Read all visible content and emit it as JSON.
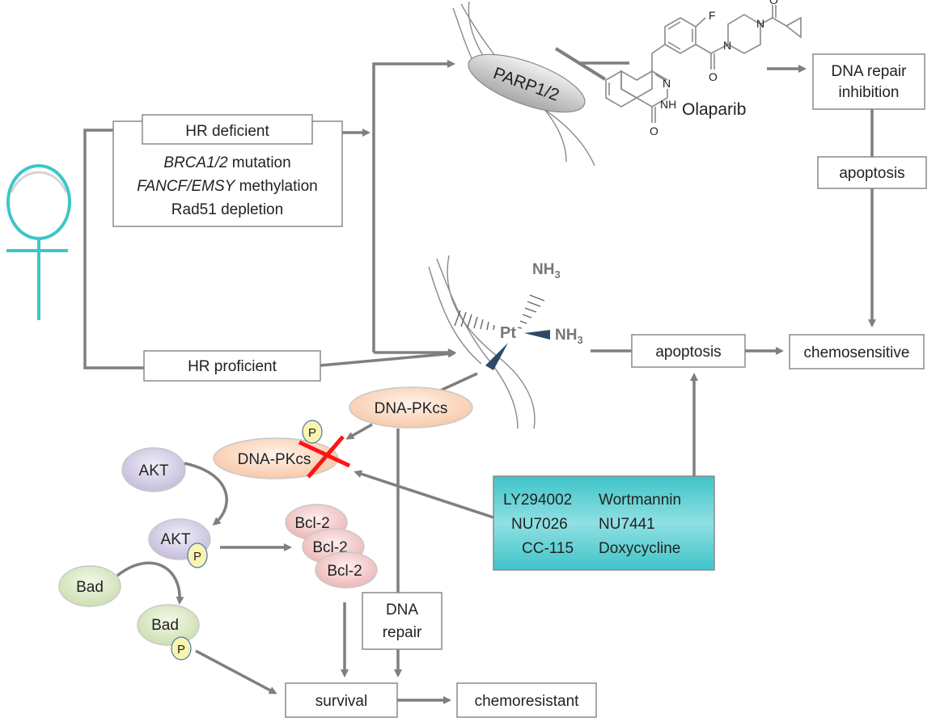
{
  "hr_deficient": {
    "title": "HR deficient",
    "line1_italic": "BRCA1/2",
    "line1_rest": " mutation",
    "line2_italic": "FANCF/EMSY",
    "line2_rest": " methylation",
    "line3": "Rad51 depletion"
  },
  "hr_proficient": "HR proficient",
  "parp": "PARP1/2",
  "olaparib": "Olaparib",
  "dna_repair_inhibition": [
    "DNA repair",
    "inhibition"
  ],
  "apoptosis_top": "apoptosis",
  "apoptosis_mid": "apoptosis",
  "chemosensitive": "chemosensitive",
  "cisplatin": {
    "pt": "Pt",
    "nh": "NH",
    "sub": "3"
  },
  "dna_pkcs": "DNA-PKcs",
  "dna_pkcs_phos": "DNA-PKcs",
  "phospho": "P",
  "akt": "AKT",
  "akt_phos": "AKT",
  "bcl2": [
    "Bcl-2",
    "Bcl-2",
    "Bcl-2"
  ],
  "bad": "Bad",
  "bad_phos": "Bad",
  "dna_repair": [
    "DNA",
    "repair"
  ],
  "survival": "survival",
  "chemoresistant": "chemoresistant",
  "inhibitors": {
    "row1": [
      "LY294002",
      "Wortmannin"
    ],
    "row2": [
      "NU7026",
      "NU7441"
    ],
    "row3": [
      "CC-115",
      "Doxycycline"
    ]
  },
  "olaparib_atoms": {
    "F": "F",
    "O1": "O",
    "O2": "O",
    "O3": "O",
    "N1": "N",
    "N2": "N",
    "N3": "N",
    "NH": "NH"
  },
  "colors": {
    "female_symbol": "#3cc6c8",
    "inhibitor_box": "#5ccfd3",
    "dna_pkcs": "#f8c9a8",
    "akt": "#c9c2dd",
    "bcl2": "#f0bcbc",
    "bad": "#cfe0b4",
    "phospho": "#f9f4b0",
    "arrow": "#7f7f7f",
    "red_cross": "#ff1414"
  }
}
